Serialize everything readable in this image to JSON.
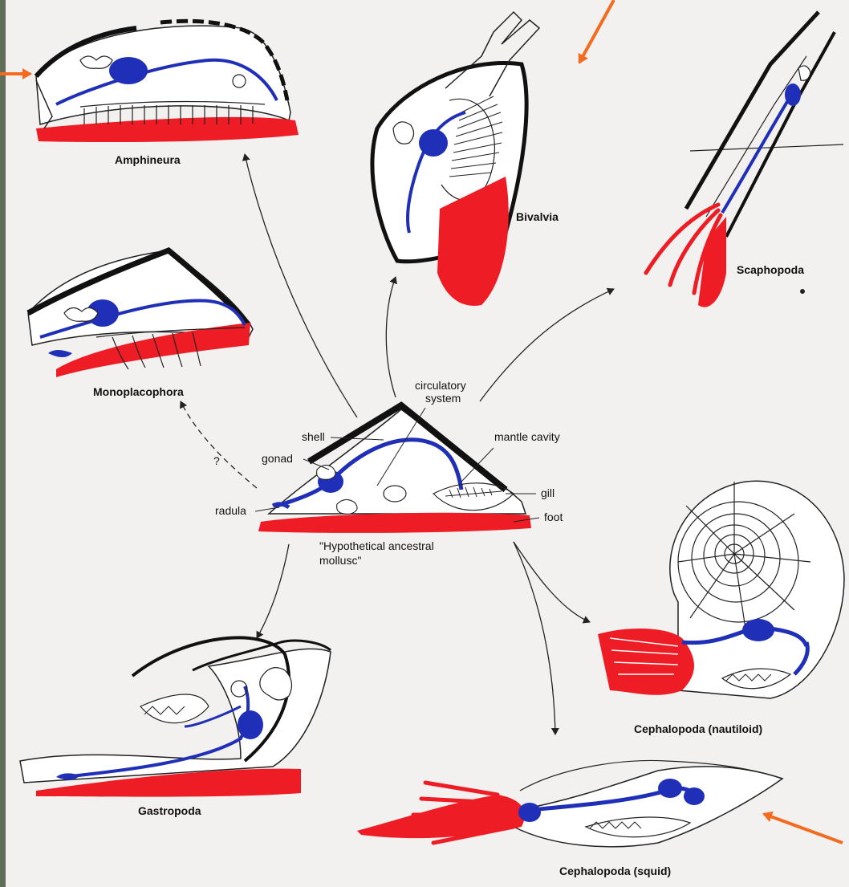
{
  "taxa": {
    "amphineura": "Amphineura",
    "bivalvia": "Bivalvia",
    "scaphopoda": "Scaphopoda",
    "monoplacophora": "Monoplacophora",
    "gastropoda": "Gastropoda",
    "nautiloid": "Cephalopoda (nautiloid)",
    "squid": "Cephalopoda (squid)"
  },
  "ancestor": {
    "title_line1": "\"Hypothetical ancestral",
    "title_line2": "mollusc\"",
    "labels": {
      "circulatory_line1": "circulatory",
      "circulatory_line2": "system",
      "shell": "shell",
      "gonad": "gonad",
      "mantle_cavity": "mantle cavity",
      "gill": "gill",
      "radula": "radula",
      "foot": "foot"
    },
    "uncertain_mark": "?"
  },
  "colors": {
    "foot": "#ee1c24",
    "circulatory": "#1f2fb8",
    "shell": "#111111",
    "arrow_highlight": "#f26b1f",
    "paper": "#f3f1f0"
  }
}
